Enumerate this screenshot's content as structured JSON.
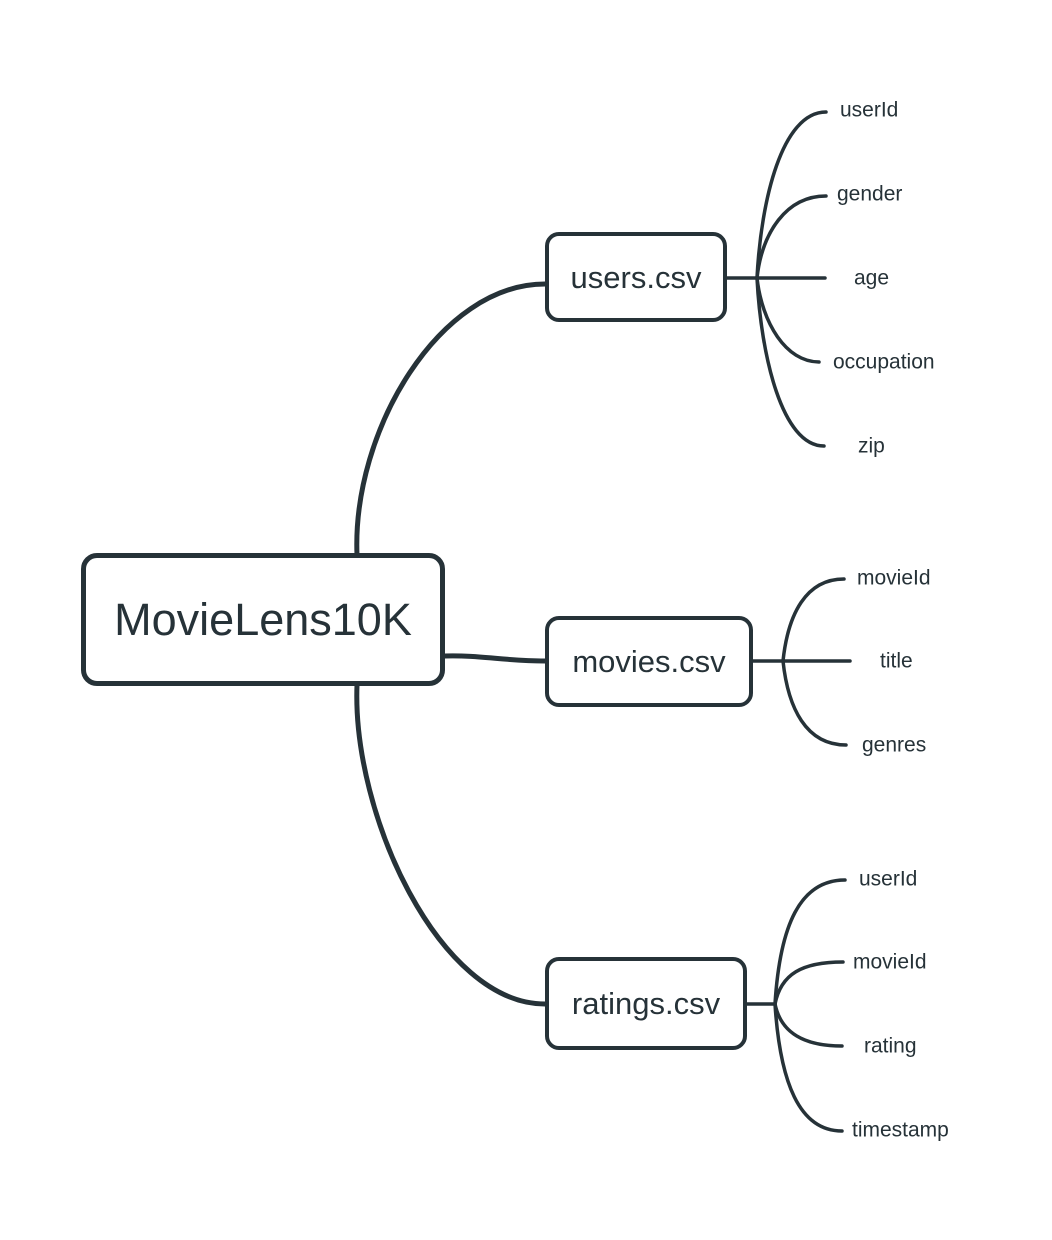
{
  "theme": {
    "stroke": "#263238",
    "bg": "#ffffff",
    "text": "#263238"
  },
  "mindmap": {
    "root": {
      "label": "MovieLens10K"
    },
    "branches": [
      {
        "label": "users.csv",
        "leaves": [
          "userId",
          "gender",
          "age",
          "occupation",
          "zip"
        ]
      },
      {
        "label": "movies.csv",
        "leaves": [
          "movieId",
          "title",
          "genres"
        ]
      },
      {
        "label": "ratings.csv",
        "leaves": [
          "userId",
          "movieId",
          "rating",
          "timestamp"
        ]
      }
    ]
  }
}
